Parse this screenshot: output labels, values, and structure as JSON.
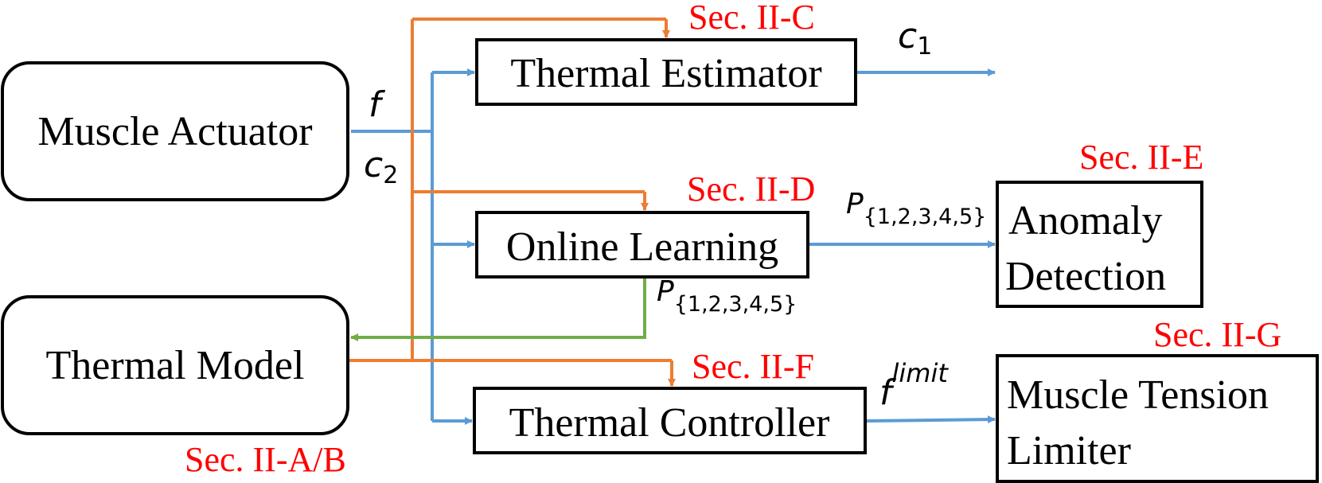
{
  "colors": {
    "blue": "#5b9bd5",
    "orange": "#ed7d31",
    "green": "#70ad47",
    "section_red": "#ff0000",
    "box_border": "#000000"
  },
  "blocks": {
    "muscle_actuator": "Muscle Actuator",
    "thermal_model": "Thermal Model",
    "thermal_estimator": "Thermal Estimator",
    "online_learning": "Online Learning",
    "thermal_controller": "Thermal Controller",
    "anomaly_detection_line1": "Anomaly",
    "anomaly_detection_line2": "Detection",
    "muscle_tension_limiter_line1": "Muscle Tension",
    "muscle_tension_limiter_line2": "Limiter"
  },
  "sections": {
    "estimator": "Sec. II-C",
    "online_learning": "Sec. II-D",
    "anomaly": "Sec. II-E",
    "controller": "Sec. II-F",
    "limiter": "Sec. II-G",
    "model": "Sec. II-A/B"
  },
  "variables": {
    "f": "f",
    "c": "c",
    "c1_sub": "1",
    "c2_sub": "2",
    "p": "P",
    "p_sub": "{1,2,3,4,5}",
    "f_limit_sup": "limit"
  }
}
